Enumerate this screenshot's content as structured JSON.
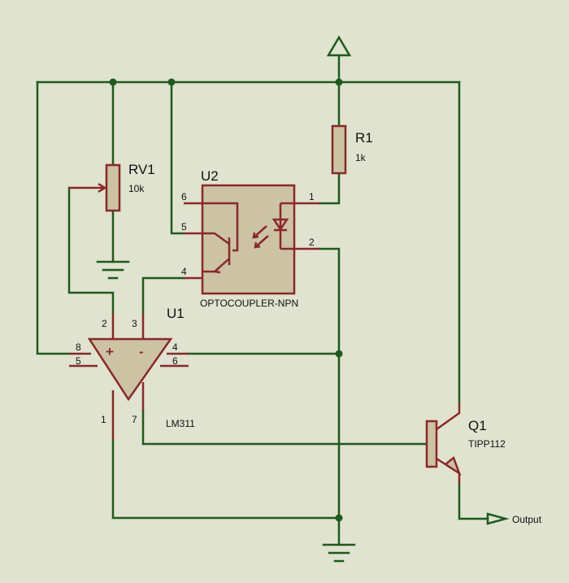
{
  "components": {
    "rv1": {
      "ref": "RV1",
      "value": "10k"
    },
    "r1": {
      "ref": "R1",
      "value": "1k"
    },
    "u2": {
      "ref": "U2",
      "part": "OPTOCOUPLER-NPN",
      "pins": [
        "6",
        "5",
        "4",
        "1",
        "2"
      ]
    },
    "u1": {
      "ref": "U1",
      "part": "LM311",
      "pins": [
        "2",
        "3",
        "8",
        "5",
        "4",
        "6",
        "1",
        "7"
      ],
      "plus_sign": "+",
      "minus_sign": "-"
    },
    "q1": {
      "ref": "Q1",
      "part": "TIPP112"
    }
  },
  "terminals": {
    "output_label": "Output"
  },
  "colors": {
    "wire": "#1f5a1f",
    "component": "#8b2828",
    "body_fill": "#cbc3a4",
    "background": "#dfe3cf"
  }
}
